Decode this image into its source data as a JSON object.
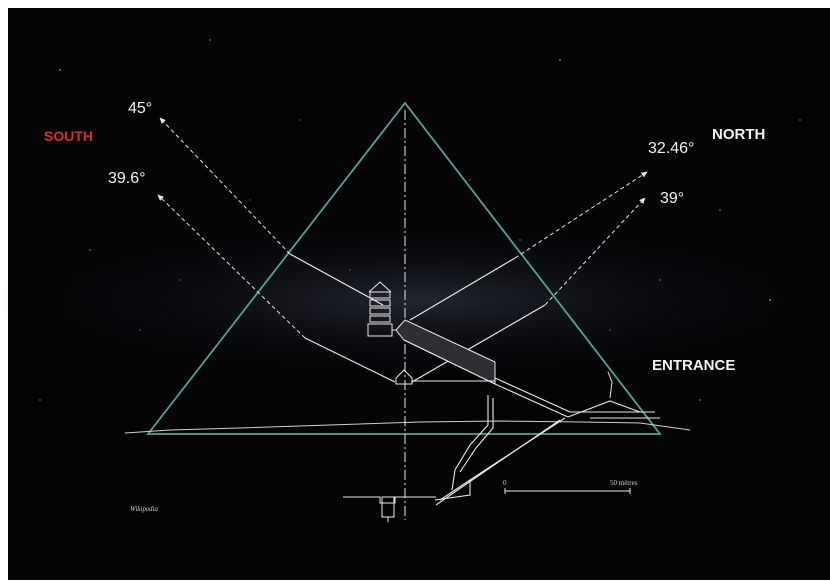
{
  "labels": {
    "south": "SOUTH",
    "north": "NORTH",
    "entrance": "ENTRANCE",
    "angle_south_upper": "45°",
    "angle_south_lower": "39.6°",
    "angle_north_upper": "32.46°",
    "angle_north_lower": "39°"
  },
  "scale_bar": {
    "start": "0",
    "end": "50 mètres"
  },
  "credit": "Wikipedia",
  "colors": {
    "background": "#040406",
    "pyramid_outline": "#4fa58e",
    "line_art": "#e8e8e8",
    "south_label": "#e02a2a",
    "text": "#f2f2f2"
  }
}
